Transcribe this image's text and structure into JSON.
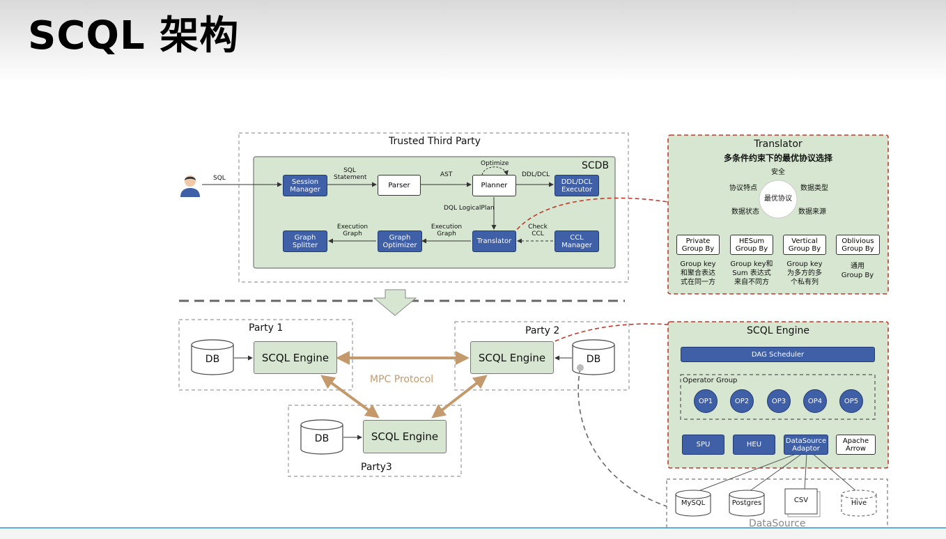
{
  "slide": {
    "title": "SCQL 架构"
  },
  "ttp": {
    "title": "Trusted Third Party",
    "scdb_label": "SCDB",
    "sql_label": "SQL",
    "sql_statement_label": "SQL\nStatement",
    "ast_label": "AST",
    "optimize_label": "Optimize",
    "ddl_dcl_label": "DDL/DCL",
    "dql_plan_label": "DQL LogicalPlan",
    "exec_graph_label_1": "Execution\nGraph",
    "exec_graph_label_2": "Execution\nGraph",
    "check_ccl_label": "Check\nCCL",
    "boxes": {
      "session_manager": "Session\nManager",
      "parser": "Parser",
      "planner": "Planner",
      "ddl_executor": "DDL/DCL\nExecutor",
      "graph_splitter": "Graph\nSplitter",
      "graph_optimizer": "Graph\nOptimizer",
      "translator": "Translator",
      "ccl_manager": "CCL\nManager"
    }
  },
  "translator_panel": {
    "title": "Translator",
    "subtitle": "多条件约束下的最优协议选择",
    "center": "最优协议",
    "factors": {
      "top": "安全",
      "left_top": "协议特点",
      "right_top": "数据类型",
      "left_bottom": "数据状态",
      "right_bottom": "数据来源"
    },
    "groupbys": [
      {
        "name": "Private\nGroup By",
        "desc": "Group key\n和聚合表达\n式在同一方"
      },
      {
        "name": "HESum\nGroup By",
        "desc": "Group key和\nSum 表达式\n来自不同方"
      },
      {
        "name": "Vertical\nGroup By",
        "desc": "Group key\n为多方的多\n个私有列"
      },
      {
        "name": "Oblivious\nGroup By",
        "desc": "通用\nGroup By"
      }
    ]
  },
  "parties": {
    "party1_label": "Party 1",
    "party2_label": "Party 2",
    "party3_label": "Party3",
    "engine_label": "SCQL Engine",
    "db_label": "DB",
    "mpc_label": "MPC Protocol"
  },
  "engine_panel": {
    "title": "SCQL Engine",
    "dag_scheduler": "DAG Scheduler",
    "operator_group_label": "Operator Group",
    "ops": [
      "OP1",
      "OP2",
      "OP3",
      "OP4",
      "OP5"
    ],
    "spu": "SPU",
    "heu": "HEU",
    "datasource_adaptor": "DataSource\nAdaptor",
    "apache_arrow": "Apache\nArrow"
  },
  "datasource": {
    "label": "DataSource",
    "sources": [
      "MySQL",
      "Postgres",
      "CSV",
      "Hive"
    ]
  },
  "colors": {
    "blue_box": "#3f5fa6",
    "green_panel": "#d6e6d0",
    "red_dash": "#c0392b",
    "mpc_arrow": "#c49a6c"
  }
}
